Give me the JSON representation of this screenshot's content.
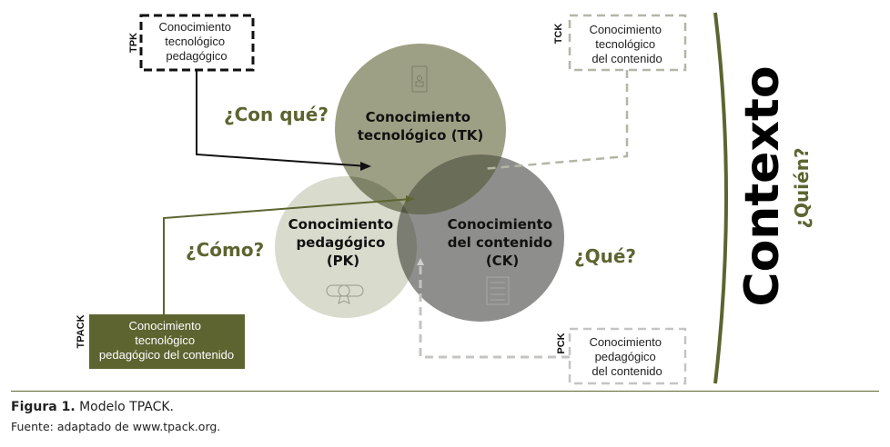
{
  "colors": {
    "olive": "#5d6430",
    "tk_circle": "#9ea085",
    "pk_circle": "#d9dbcd",
    "ck_circle": "#8e8e8c",
    "dashed_gray": "#b5b5b0"
  },
  "circles": {
    "tk": {
      "line1": "Conocimiento",
      "line2": "tecnológico (TK)",
      "icon": "tablet-icon"
    },
    "pk": {
      "line1": "Conocimiento",
      "line2": "pedagógico",
      "line3": "(PK)",
      "icon": "diploma-icon"
    },
    "ck": {
      "line1": "Conocimiento",
      "line2": "del contenido",
      "line3": "(CK)",
      "icon": "document-icon"
    }
  },
  "questions": {
    "with_what": "¿Con qué?",
    "how": "¿Cómo?",
    "what": "¿Qué?"
  },
  "boxes": {
    "tpk": {
      "tag": "TPK",
      "line1": "Conocimiento",
      "line2": "tecnológico",
      "line3": "pedagógico"
    },
    "tck": {
      "tag": "TCK",
      "line1": "Conocimiento",
      "line2": "tecnológico",
      "line3": "del contenido"
    },
    "pck": {
      "tag": "PCK",
      "line1": "Conocimiento",
      "line2": "pedagógico",
      "line3": "del contenido"
    },
    "tpack": {
      "tag": "TPACK",
      "line1": "Conocimiento",
      "line2": "tecnológico",
      "line3": "pedagógico del contenido"
    }
  },
  "context": {
    "title": "Contexto",
    "question": "¿Quién?"
  },
  "caption": {
    "label": "Figura 1.",
    "title": "Modelo TPACK.",
    "source": "Fuente: adaptado de www.tpack.org."
  }
}
